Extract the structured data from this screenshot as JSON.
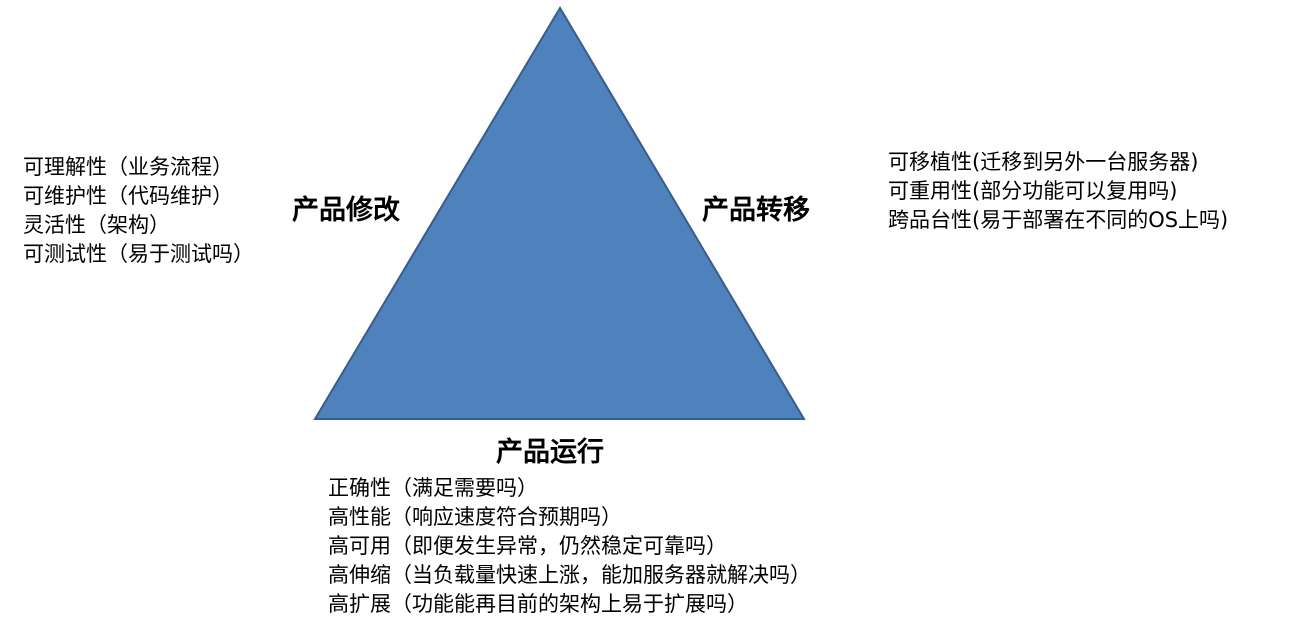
{
  "triangle": {
    "fill": "#4F81BD",
    "stroke": "#385D8A"
  },
  "corners": {
    "left": "产品修改",
    "right": "产品转移",
    "bottom": "产品运行"
  },
  "lists": {
    "left": [
      "可理解性（业务流程）",
      "可维护性（代码维护）",
      "灵活性（架构）",
      "可测试性（易于测试吗）"
    ],
    "right": [
      "可移植性(迁移到另外一台服务器)",
      "可重用性(部分功能可以复用吗)",
      "跨品台性(易于部署在不同的OS上吗)"
    ],
    "bottom": [
      "正确性（满足需要吗）",
      "高性能（响应速度符合预期吗）",
      "高可用（即便发生异常，仍然稳定可靠吗）",
      "高伸缩（当负载量快速上涨，能加服务器就解决吗）",
      "高扩展（功能能再目前的架构上易于扩展吗）"
    ]
  }
}
